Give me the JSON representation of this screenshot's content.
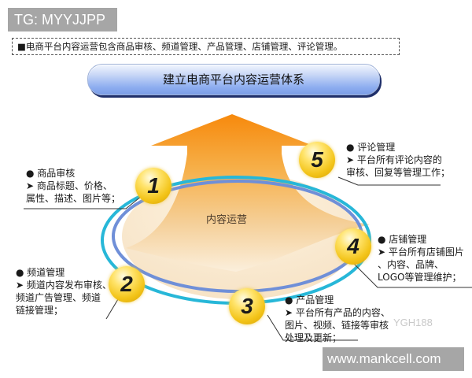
{
  "watermark_top": "TG: MYYJJPP",
  "summary": {
    "bullet": "■",
    "text": "电商平台内容运营包含商品审核、频道管理、产品管理、店铺管理、评论管理。"
  },
  "title": "建立电商平台内容运营体系",
  "center_label": "内容运营",
  "nodes": [
    {
      "number": "1",
      "heading": "● 商品审核",
      "lines": [
        "➤ 商品标题、价格、",
        "属性、描述、图片等；"
      ]
    },
    {
      "number": "2",
      "heading": "● 频道管理",
      "lines": [
        "➤ 频道内容发布审核、",
        "频道广告管理、频道",
        "链接管理；"
      ]
    },
    {
      "number": "3",
      "heading": "● 产品管理",
      "lines": [
        "➤ 平台所有产品的内容、",
        "图片、视频、链接等审核",
        "处理及更新；"
      ]
    },
    {
      "number": "4",
      "heading": "● 店铺管理",
      "lines": [
        "➤ 平台所有店铺图片",
        "、内容、品牌、",
        "LOGO等管理维护；"
      ]
    },
    {
      "number": "5",
      "heading": "● 评论管理",
      "lines": [
        "➤ 平台所有评论内容的",
        "审核、回复等管理工作；"
      ]
    }
  ],
  "watermark_mid": "YGH188",
  "watermark_bottom": "www.mankcell.com",
  "colors": {
    "arrow_top": "#f7890c",
    "arrow_bottom": "#f6dcb0",
    "ring_blue": "#6f8fd8",
    "ring_cyan": "#27b7d8",
    "ball": "#f3c419",
    "tag_bg": "#a6a6a6"
  }
}
